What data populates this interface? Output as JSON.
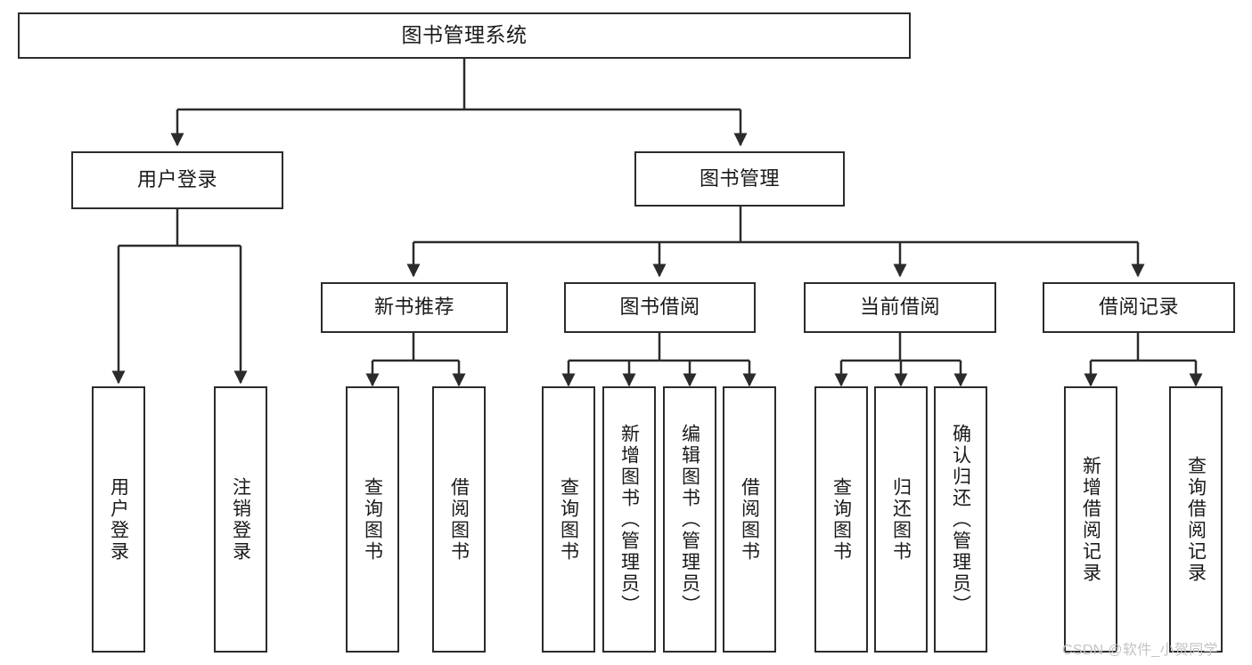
{
  "diagram": {
    "title": "图书管理系统",
    "type": "hierarchy-tree",
    "watermark": "CSDN @软件_小贺同学",
    "colors": {
      "box_border": "#2b2b2b",
      "box_fill": "#ffffff",
      "connector": "#2b2b2b",
      "text": "#1a1a1a",
      "watermark": "#c3c3c3"
    },
    "nodes": {
      "root": {
        "label": "图书管理系统"
      },
      "level1": [
        {
          "id": "user-login",
          "label": "用户登录"
        },
        {
          "id": "book-manage",
          "label": "图书管理"
        }
      ],
      "level2": [
        {
          "id": "new-book-recommend",
          "label": "新书推荐"
        },
        {
          "id": "book-borrow",
          "label": "图书借阅"
        },
        {
          "id": "current-borrow",
          "label": "当前借阅"
        },
        {
          "id": "borrow-record",
          "label": "借阅记录"
        }
      ],
      "leaves": {
        "user-login": [
          {
            "id": "leaf-user-login",
            "label": "用户登录"
          },
          {
            "id": "leaf-logout-login",
            "label": "注销登录"
          }
        ],
        "new-book-recommend": [
          {
            "id": "leaf-query-book-1",
            "label": "查询图书"
          },
          {
            "id": "leaf-borrow-book-1",
            "label": "借阅图书"
          }
        ],
        "book-borrow": [
          {
            "id": "leaf-query-book-2",
            "label": "查询图书"
          },
          {
            "id": "leaf-add-book",
            "label": "新增图书（管理员）"
          },
          {
            "id": "leaf-edit-book",
            "label": "编辑图书（管理员）"
          },
          {
            "id": "leaf-borrow-book-2",
            "label": "借阅图书"
          }
        ],
        "current-borrow": [
          {
            "id": "leaf-query-book-3",
            "label": "查询图书"
          },
          {
            "id": "leaf-return-book",
            "label": "归还图书"
          },
          {
            "id": "leaf-confirm-return",
            "label": "确认归还（管理员）"
          }
        ],
        "borrow-record": [
          {
            "id": "leaf-add-record",
            "label": "新增借阅记录"
          },
          {
            "id": "leaf-query-record",
            "label": "查询借阅记录"
          }
        ]
      }
    }
  }
}
